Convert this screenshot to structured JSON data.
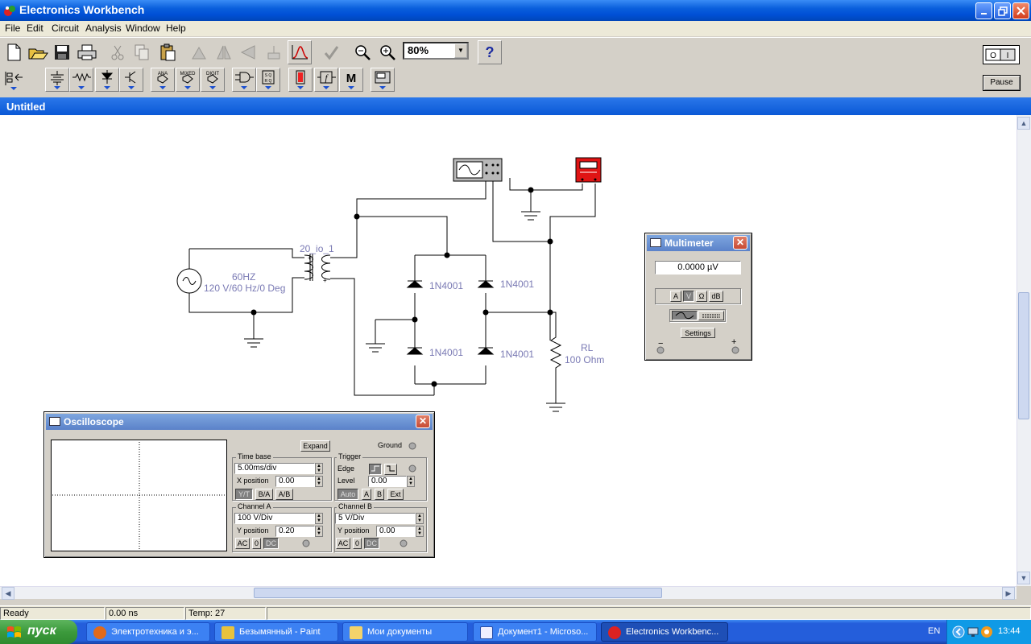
{
  "window": {
    "title": "Electronics Workbench"
  },
  "menu": [
    "File",
    "Edit",
    "Circuit",
    "Analysis",
    "Window",
    "Help"
  ],
  "toolbar": {
    "zoom": "80%",
    "help": "?",
    "pause": "Pause",
    "parts_labels": {
      "ana": "ANA",
      "mixed": "MIXED",
      "digit": "DIGIT",
      "m": "M"
    }
  },
  "document": {
    "title": "Untitled"
  },
  "circuit": {
    "source_freq": "60HZ",
    "source_spec": "120 V/60 Hz/0 Deg",
    "transformer": "20_io_1",
    "diodes": [
      "1N4001",
      "1N4001",
      "1N4001",
      "1N4001"
    ],
    "load_name": "RL",
    "load_value": "100  Ohm"
  },
  "multimeter": {
    "title": "Multimeter",
    "reading": "0.0000  µV",
    "modes": [
      "A",
      "V",
      "Ω",
      "dB"
    ],
    "active_mode": "V",
    "settings": "Settings",
    "minus": "−",
    "plus": "+"
  },
  "oscilloscope": {
    "title": "Oscilloscope",
    "expand": "Expand",
    "ground": "Ground",
    "time_base": {
      "label": "Time base",
      "value": "5.00ms/div",
      "xpos_label": "X position",
      "xpos": "0.00",
      "modes": [
        "Y/T",
        "B/A",
        "A/B"
      ]
    },
    "trigger": {
      "label": "Trigger",
      "edge": "Edge",
      "level_label": "Level",
      "level": "0.00",
      "sources": [
        "Auto",
        "A",
        "B",
        "Ext"
      ]
    },
    "channel_a": {
      "label": "Channel A",
      "value": "100  V/Div",
      "ypos_label": "Y position",
      "ypos": "0.20",
      "coupling": [
        "AC",
        "0",
        "DC"
      ]
    },
    "channel_b": {
      "label": "Channel B",
      "value": "5  V/Div",
      "ypos_label": "Y position",
      "ypos": "0.00",
      "coupling": [
        "AC",
        "0",
        "DC"
      ]
    }
  },
  "status": {
    "state": "Ready",
    "time": "0.00 ns",
    "temp": "Temp:  27"
  },
  "taskbar": {
    "start": "пуск",
    "tasks": [
      "Электротехника и э...",
      "Безымянный - Paint",
      "Мои документы",
      "Документ1 - Microso...",
      "Electronics Workbenc..."
    ],
    "lang": "EN",
    "clock": "13:44"
  },
  "colors": {
    "title_blue": "#0a5fdc",
    "component_label": "#7a7ab4",
    "multimeter_red": "#e01414",
    "taskbar": "#245edb"
  }
}
